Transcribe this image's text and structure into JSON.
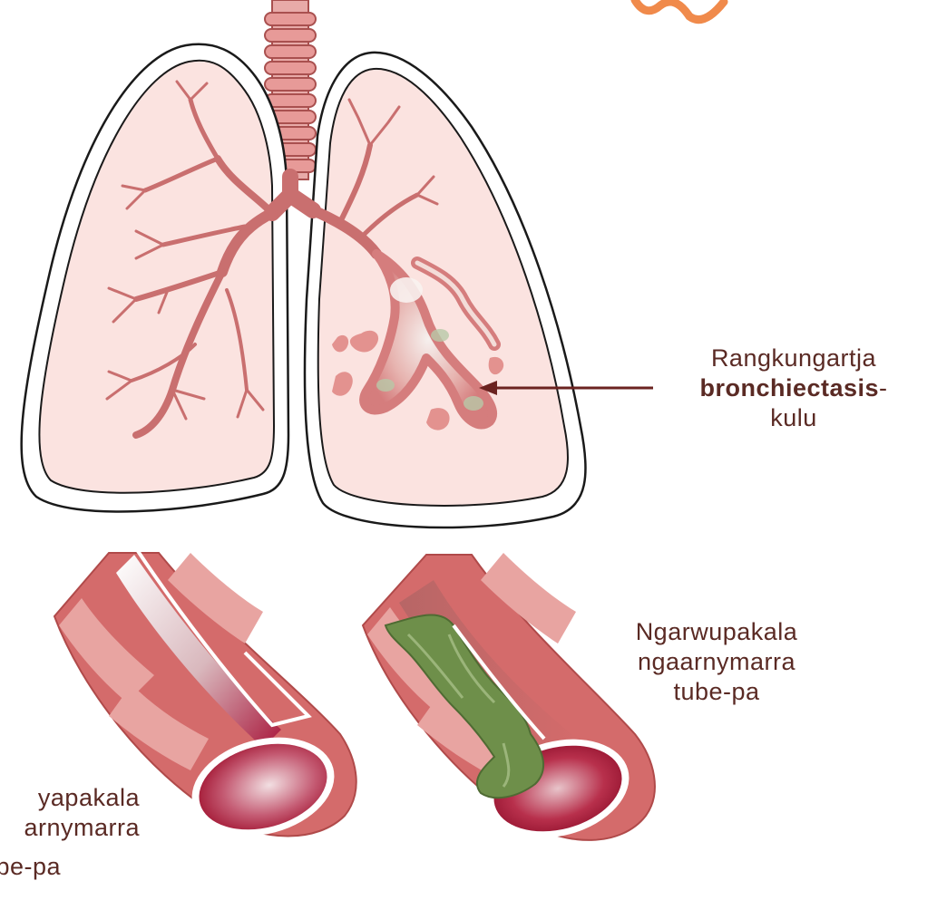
{
  "labels": {
    "bronchiectasis": {
      "line1": "Rangkungartja",
      "line2_bold": "bronchiectasis",
      "line2_suffix": "-",
      "line3": "kulu"
    },
    "clean_tube": {
      "line1": "yapakala",
      "line2": "arnymarra",
      "line3": "ube-pa"
    },
    "mucus_tube": {
      "line1": "Ngarwupakala",
      "line2": "ngaarnymarra",
      "line3": "tube-pa"
    }
  },
  "colors": {
    "lung_fill": "#fbe3e0",
    "airway": "#c96f6f",
    "tube_band": "#d46b6b",
    "tube_light": "#e8a4a1",
    "lumen": "#b01e38",
    "mucus": "#6e8f4a",
    "text": "#5a2a24",
    "accent_orange": "#f08a4b"
  }
}
